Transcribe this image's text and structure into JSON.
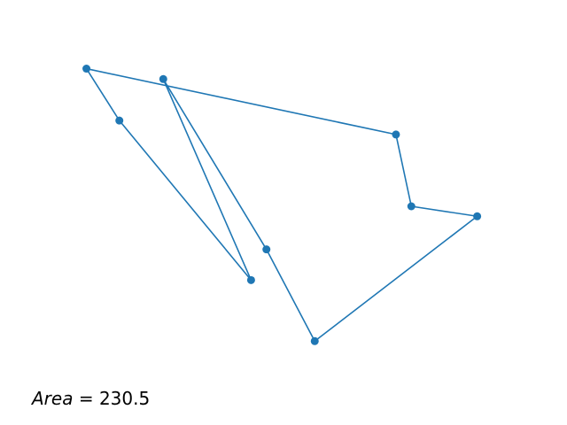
{
  "chart_data": {
    "type": "line",
    "title": "",
    "xlabel": "",
    "ylabel": "",
    "axes_visible": false,
    "grid": false,
    "xlim": [
      0,
      11.3
    ],
    "ylim": [
      0,
      9.1
    ],
    "series": [
      {
        "closed": false,
        "marker": "circle",
        "color": "#1f77b4",
        "points": [
          {
            "x": 1.0,
            "y": 8.0
          },
          {
            "x": 1.75,
            "y": 6.7
          },
          {
            "x": 4.75,
            "y": 2.7
          },
          {
            "x": 2.75,
            "y": 7.74
          },
          {
            "x": 5.1,
            "y": 3.47
          },
          {
            "x": 6.2,
            "y": 1.17
          },
          {
            "x": 9.9,
            "y": 4.3
          },
          {
            "x": 8.4,
            "y": 4.55
          },
          {
            "x": 8.05,
            "y": 6.35
          },
          {
            "x": 1.0,
            "y": 8.0
          }
        ]
      }
    ],
    "annotation": {
      "label_italic": "Area",
      "equals": " = ",
      "value": "230.5"
    }
  }
}
